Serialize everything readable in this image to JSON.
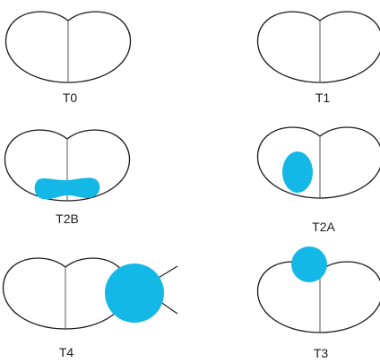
{
  "colors": {
    "tumor": "#14b8e6",
    "outline": "#1a1a1a"
  },
  "panels": [
    {
      "id": "t0",
      "label": "T0"
    },
    {
      "id": "t1",
      "label": "T1"
    },
    {
      "id": "t2b",
      "label": "T2B"
    },
    {
      "id": "t2a",
      "label": "T2A"
    },
    {
      "id": "t4",
      "label": "T4"
    },
    {
      "id": "t3",
      "label": "T3"
    }
  ]
}
